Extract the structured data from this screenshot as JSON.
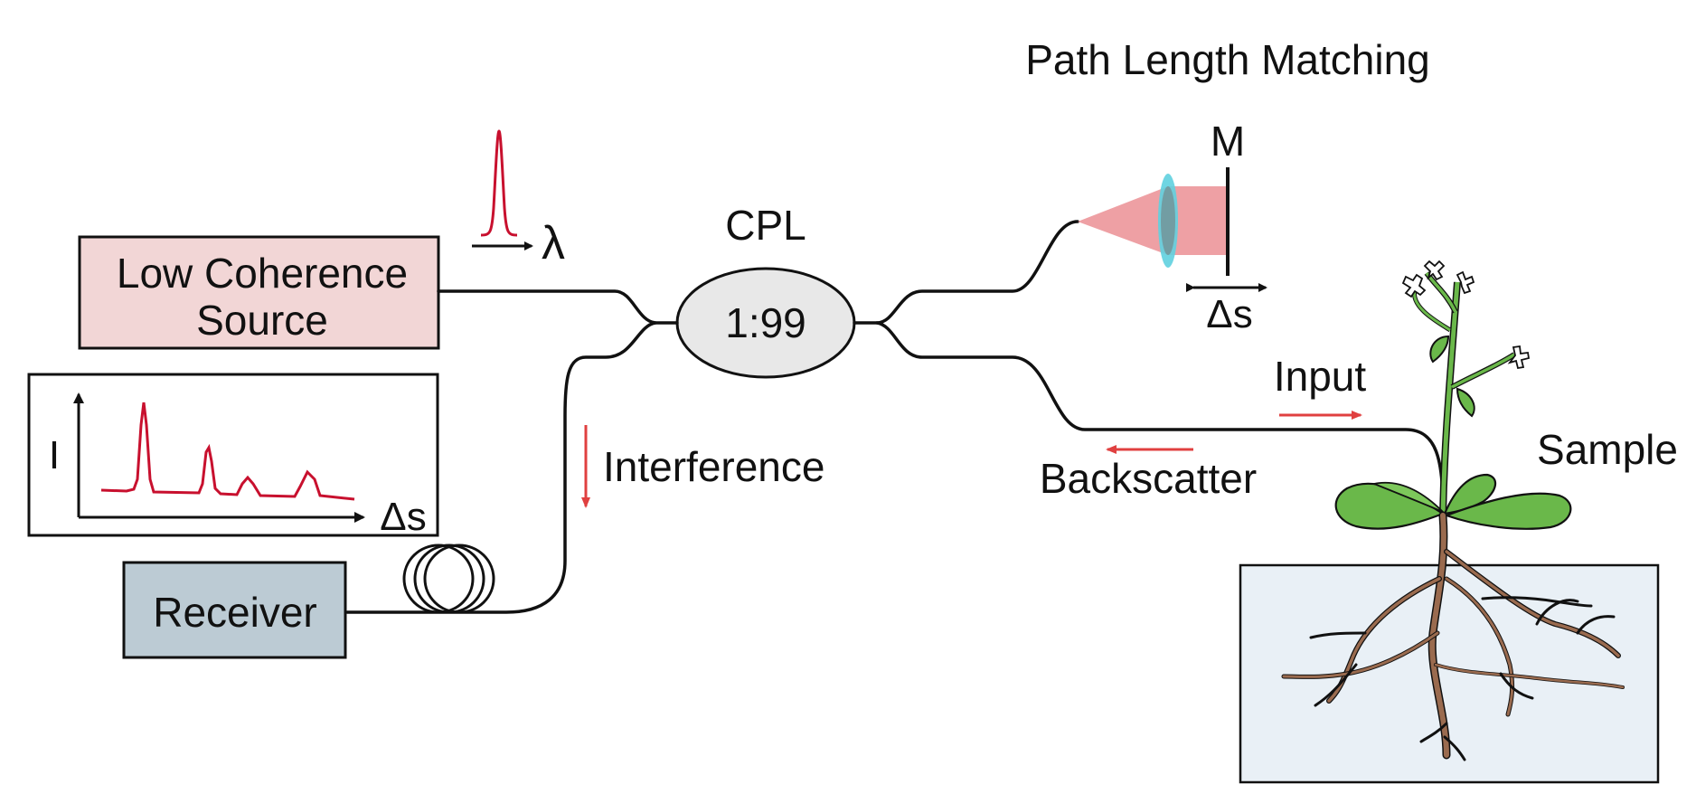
{
  "diagram": {
    "title": "Path Length Matching",
    "source_label_line1": "Low Coherence",
    "source_label_line2": "Source",
    "wavelength_symbol": "λ",
    "coupler_label": "CPL",
    "coupler_ratio": "1:99",
    "mirror_label": "M",
    "delta_s_mirror": "Δs",
    "input_label": "Input",
    "backscatter_label": "Backscatter",
    "sample_label": "Sample",
    "interference_label": "Interference",
    "receiver_label": "Receiver",
    "plot_y_label": "I",
    "plot_x_label": "Δs"
  },
  "colors": {
    "source_fill": "#f2d6d6",
    "receiver_fill": "#bccbd4",
    "coupler_fill": "#e8e8e8",
    "soil_fill": "#e9f0f6",
    "signal_red": "#c8102e",
    "arrow_red": "#e04040",
    "beam": "#eb8f94",
    "lens": "#5fd0df",
    "leaf_green": "#6ab84a",
    "root_brown": "#9a6b4f"
  },
  "icons": {
    "fiber_coil": "fiber-coil-icon",
    "plant": "plant-icon",
    "lens": "lens-icon",
    "mirror": "mirror-icon"
  }
}
